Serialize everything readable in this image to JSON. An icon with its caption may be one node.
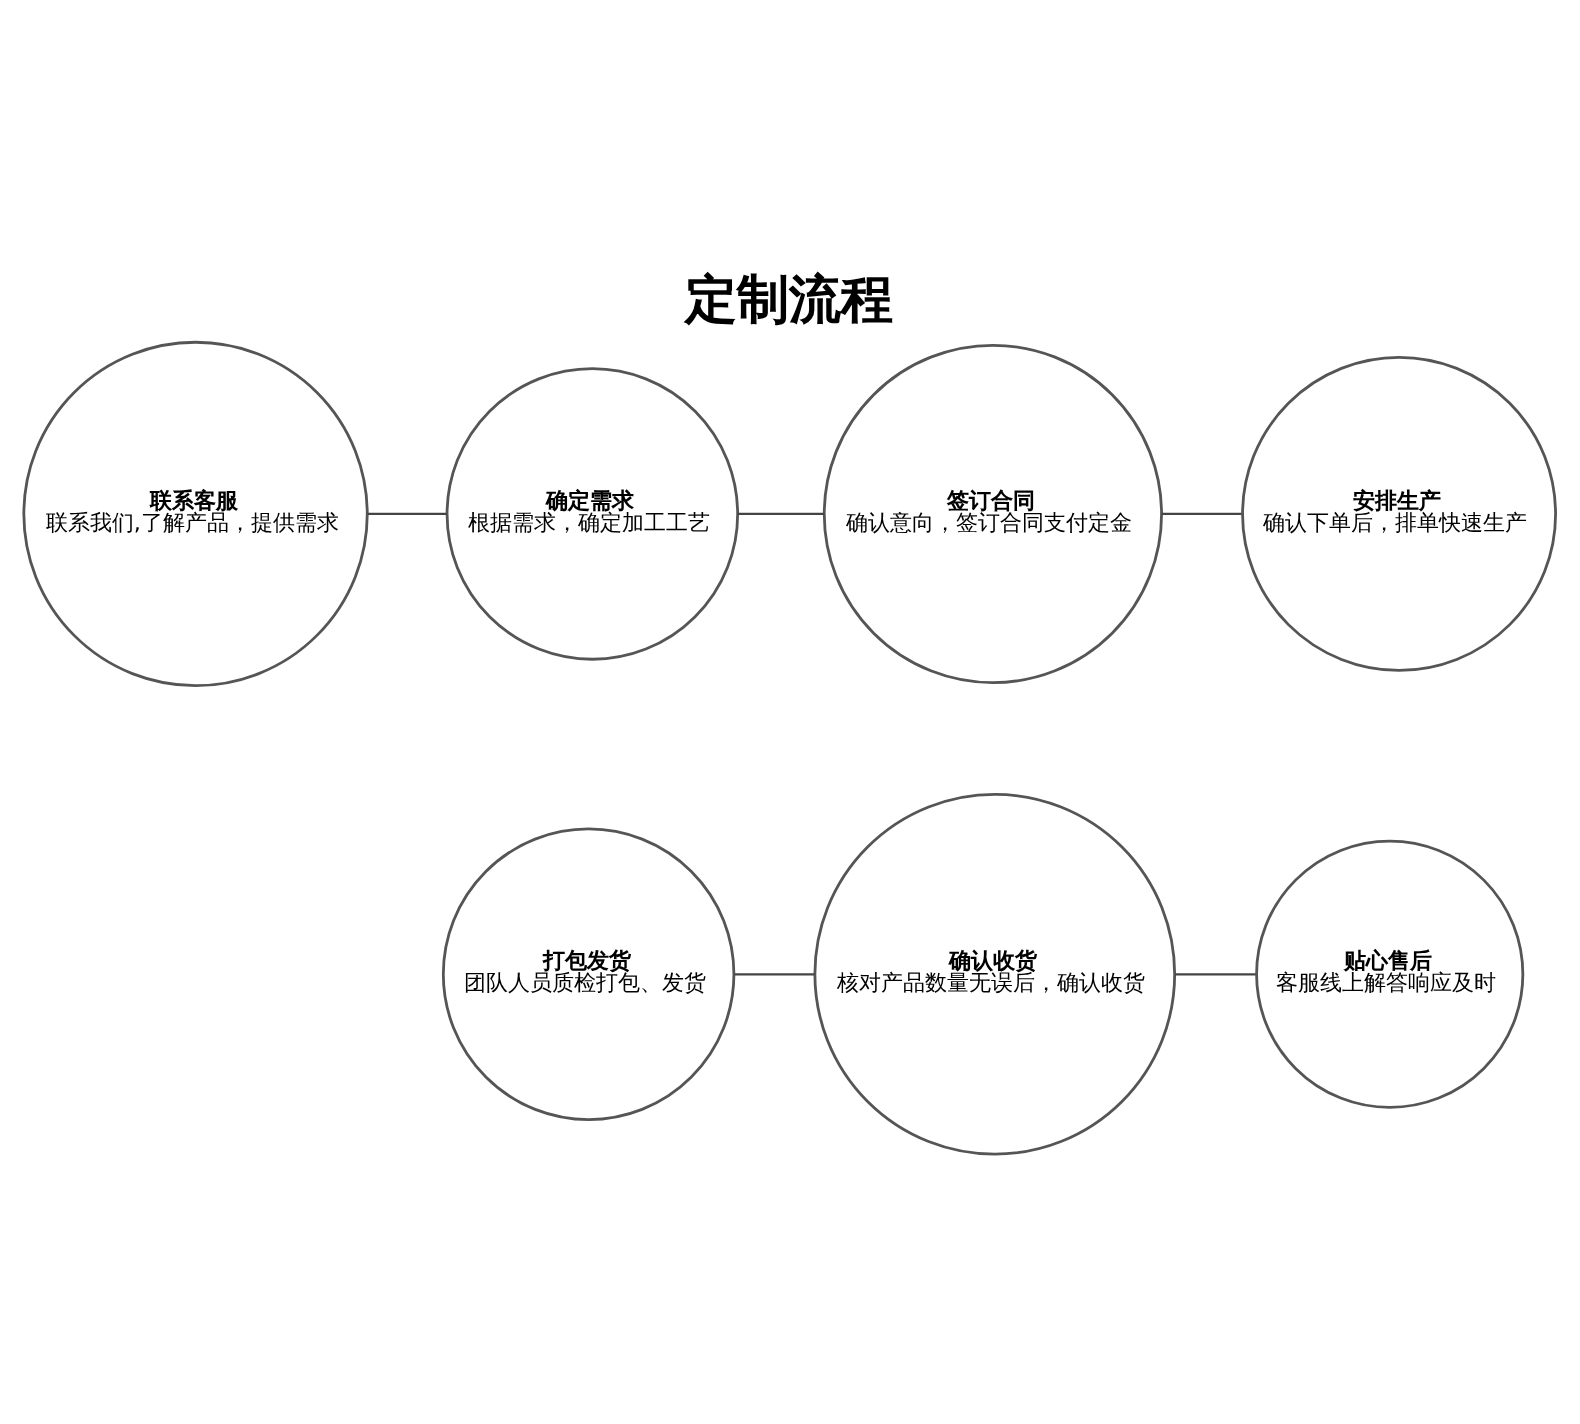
{
  "diagram": {
    "title": "定制流程",
    "nodes": [
      {
        "text": [
          "联系客服",
          "联系我们,了解产品，提供需求"
        ]
      },
      {
        "text": [
          "确定需求",
          "根据需求，确定加工工艺"
        ]
      },
      {
        "text": [
          "签订合同",
          "确认意向，签订合同支付定金"
        ]
      },
      {
        "text": [
          "安排生产",
          "确认下单后，排单快速生产"
        ]
      },
      {
        "text": [
          "打包发货",
          "团队人员质检打包、发货"
        ]
      },
      {
        "text": [
          "确认收货",
          "核对产品数量无误后，确认收货"
        ]
      },
      {
        "text": [
          "贴心售后",
          "客服线上解答响应及时"
        ]
      }
    ],
    "edges": [
      {
        "from": 0,
        "to": 1,
        "arrow": "none"
      },
      {
        "from": 1,
        "to": 2,
        "arrow": "none"
      },
      {
        "from": 2,
        "to": 3,
        "arrow": "none"
      },
      {
        "from": 4,
        "to": 5,
        "arrow": "none"
      },
      {
        "from": 5,
        "to": 6,
        "arrow": "none"
      }
    ]
  }
}
